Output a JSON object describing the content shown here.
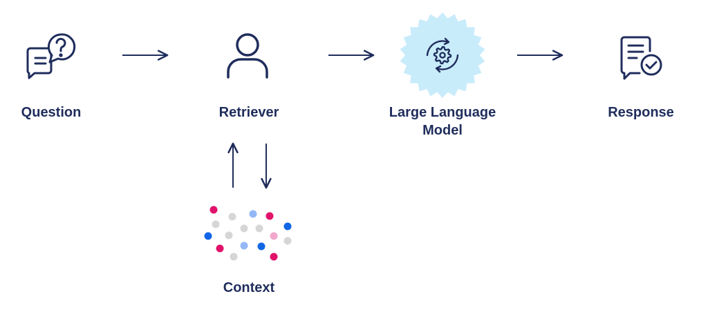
{
  "nodes": {
    "question": {
      "label": "Question",
      "icon": "question-chat-icon"
    },
    "retriever": {
      "label": "Retriever",
      "icon": "person-icon"
    },
    "llm": {
      "label": "Large Language Model",
      "icon": "gear-cycle-icon"
    },
    "response": {
      "label": "Response",
      "icon": "document-check-icon"
    },
    "context": {
      "label": "Context",
      "icon": "data-dots-icon"
    }
  },
  "colors": {
    "ink": "#1f2d5c",
    "badge": "#c9ecfb",
    "dot_pink": "#e0126a",
    "dot_blue": "#1266e6",
    "dot_lightblue": "#93b8f5",
    "dot_gray": "#d6d6d6",
    "dot_lightpink": "#f1a8cc"
  }
}
